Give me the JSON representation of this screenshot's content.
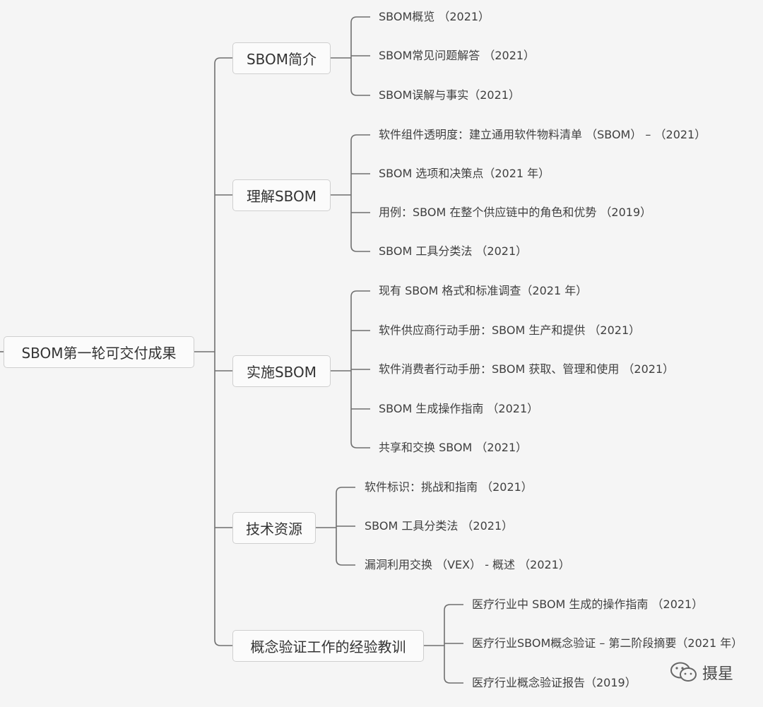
{
  "root": {
    "label": "SBOM第一轮可交付成果"
  },
  "branches": [
    {
      "label": "SBOM简介",
      "children": [
        "SBOM概览 （2021）",
        "SBOM常见问题解答 （2021）",
        "SBOM误解与事实（2021）"
      ]
    },
    {
      "label": "理解SBOM",
      "children": [
        "软件组件透明度：建立通用软件物料清单 （SBOM） – （2021）",
        "SBOM 选项和决策点（2021 年）",
        "用例：SBOM 在整个供应链中的角色和优势 （2019）",
        "SBOM 工具分类法 （2021）"
      ]
    },
    {
      "label": "实施SBOM",
      "children": [
        "现有 SBOM 格式和标准调查（2021 年）",
        "软件供应商行动手册：SBOM 生产和提供 （2021）",
        "软件消费者行动手册：SBOM 获取、管理和使用 （2021）",
        "SBOM 生成操作指南 （2021）",
        "共享和交换 SBOM （2021）"
      ]
    },
    {
      "label": "技术资源",
      "children": [
        "软件标识：挑战和指南 （2021）",
        "SBOM 工具分类法 （2021）",
        "漏洞利用交换 （VEX） - 概述 （2021）"
      ]
    },
    {
      "label": "概念验证工作的经验教训",
      "children": [
        "医疗行业中 SBOM 生成的操作指南 （2021）",
        "医疗行业SBOM概念验证 – 第二阶段摘要（2021 年）",
        "医疗行业概念验证报告（2019）"
      ]
    }
  ],
  "watermark": {
    "text": "摄星",
    "icon": "wechat-icon"
  },
  "colors": {
    "line": "#6f6f6f",
    "box_border": "#cfcfcf",
    "background": "#f5f5f5"
  }
}
